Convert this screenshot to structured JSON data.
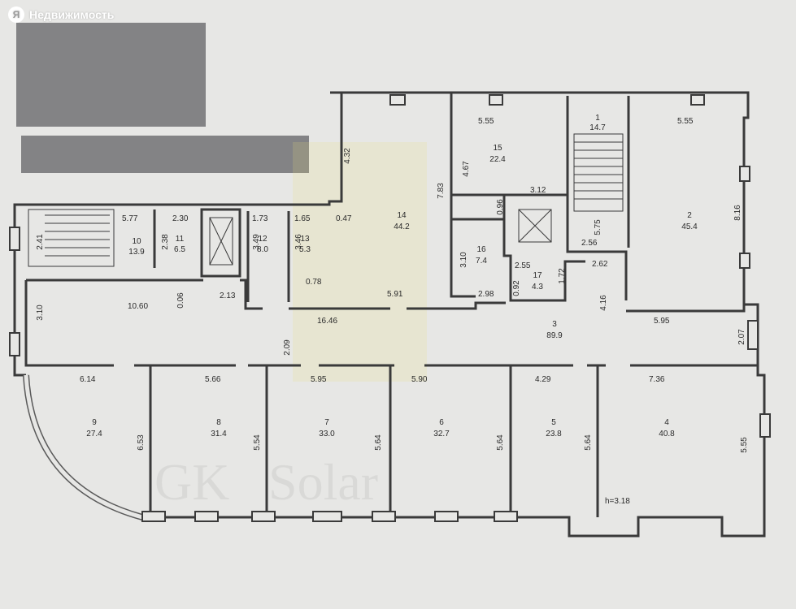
{
  "brand": {
    "logo_glyph": "Я",
    "name": "Недвижимость"
  },
  "watermark": {
    "text": "Solar",
    "initials": "GK"
  },
  "rooms": [
    {
      "id": "1",
      "area": "14.7"
    },
    {
      "id": "2",
      "area": "45.4"
    },
    {
      "id": "3",
      "area": "89.9"
    },
    {
      "id": "4",
      "area": "40.8"
    },
    {
      "id": "5",
      "area": "23.8"
    },
    {
      "id": "6",
      "area": "32.7"
    },
    {
      "id": "7",
      "area": "33.0"
    },
    {
      "id": "8",
      "area": "31.4"
    },
    {
      "id": "9",
      "area": "27.4"
    },
    {
      "id": "10",
      "area": "13.9"
    },
    {
      "id": "11",
      "area": "6.5"
    },
    {
      "id": "12",
      "area": "8.0"
    },
    {
      "id": "13",
      "area": "5.3"
    },
    {
      "id": "14",
      "area": "44.2"
    },
    {
      "id": "15",
      "area": "22.4"
    },
    {
      "id": "16",
      "area": "7.4"
    },
    {
      "id": "17",
      "area": "4.3"
    }
  ],
  "dimensions": [
    "5.55",
    "5.55",
    "4.32",
    "4.67",
    "7.83",
    "3.12",
    "0.96",
    "8.16",
    "5.75",
    "2.56",
    "2.62",
    "5.77",
    "2.30",
    "2.41",
    "2.38",
    "1.73",
    "1.65",
    "3.49",
    "3.46",
    "0.47",
    "3.10",
    "2.55",
    "1.72",
    "0.92",
    "10.60",
    "0.06",
    "2.13",
    "0.78",
    "16.46",
    "5.91",
    "2.98",
    "4.16",
    "5.95",
    "2.07",
    "3.10",
    "2.09",
    "6.14",
    "5.66",
    "5.95",
    "5.90",
    "4.29",
    "7.36",
    "6.53",
    "5.54",
    "5.64",
    "5.64",
    "5.64",
    "5.55",
    "h=3.18"
  ]
}
